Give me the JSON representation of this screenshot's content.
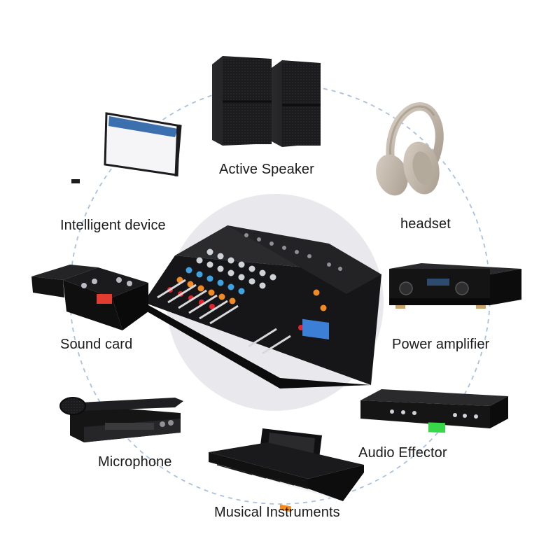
{
  "diagram": {
    "center_device": "mixer-console-image",
    "nodes": [
      {
        "id": "active-speaker",
        "label": "Active Speaker",
        "icon": "speaker-pair-icon"
      },
      {
        "id": "headset",
        "label": "headset",
        "icon": "headphones-icon"
      },
      {
        "id": "power-amplifier",
        "label": "Power amplifier",
        "icon": "amplifier-icon"
      },
      {
        "id": "audio-effector",
        "label": "Audio Effector",
        "icon": "rack-effector-icon"
      },
      {
        "id": "musical-instruments",
        "label": "Musical Instruments",
        "icon": "keyboard-icon"
      },
      {
        "id": "microphone",
        "label": "Microphone",
        "icon": "wireless-microphone-icon"
      },
      {
        "id": "sound-card",
        "label": "Sound card",
        "icon": "sound-card-icon"
      },
      {
        "id": "intelligent-device",
        "label": "Intelligent device",
        "icon": "tablet-phone-icon"
      }
    ]
  },
  "colors": {
    "ring": "#a9c1dc",
    "center_disc": "#e9e9ed",
    "device_dark": "#1c1c1e",
    "text": "#1a1a1a"
  }
}
